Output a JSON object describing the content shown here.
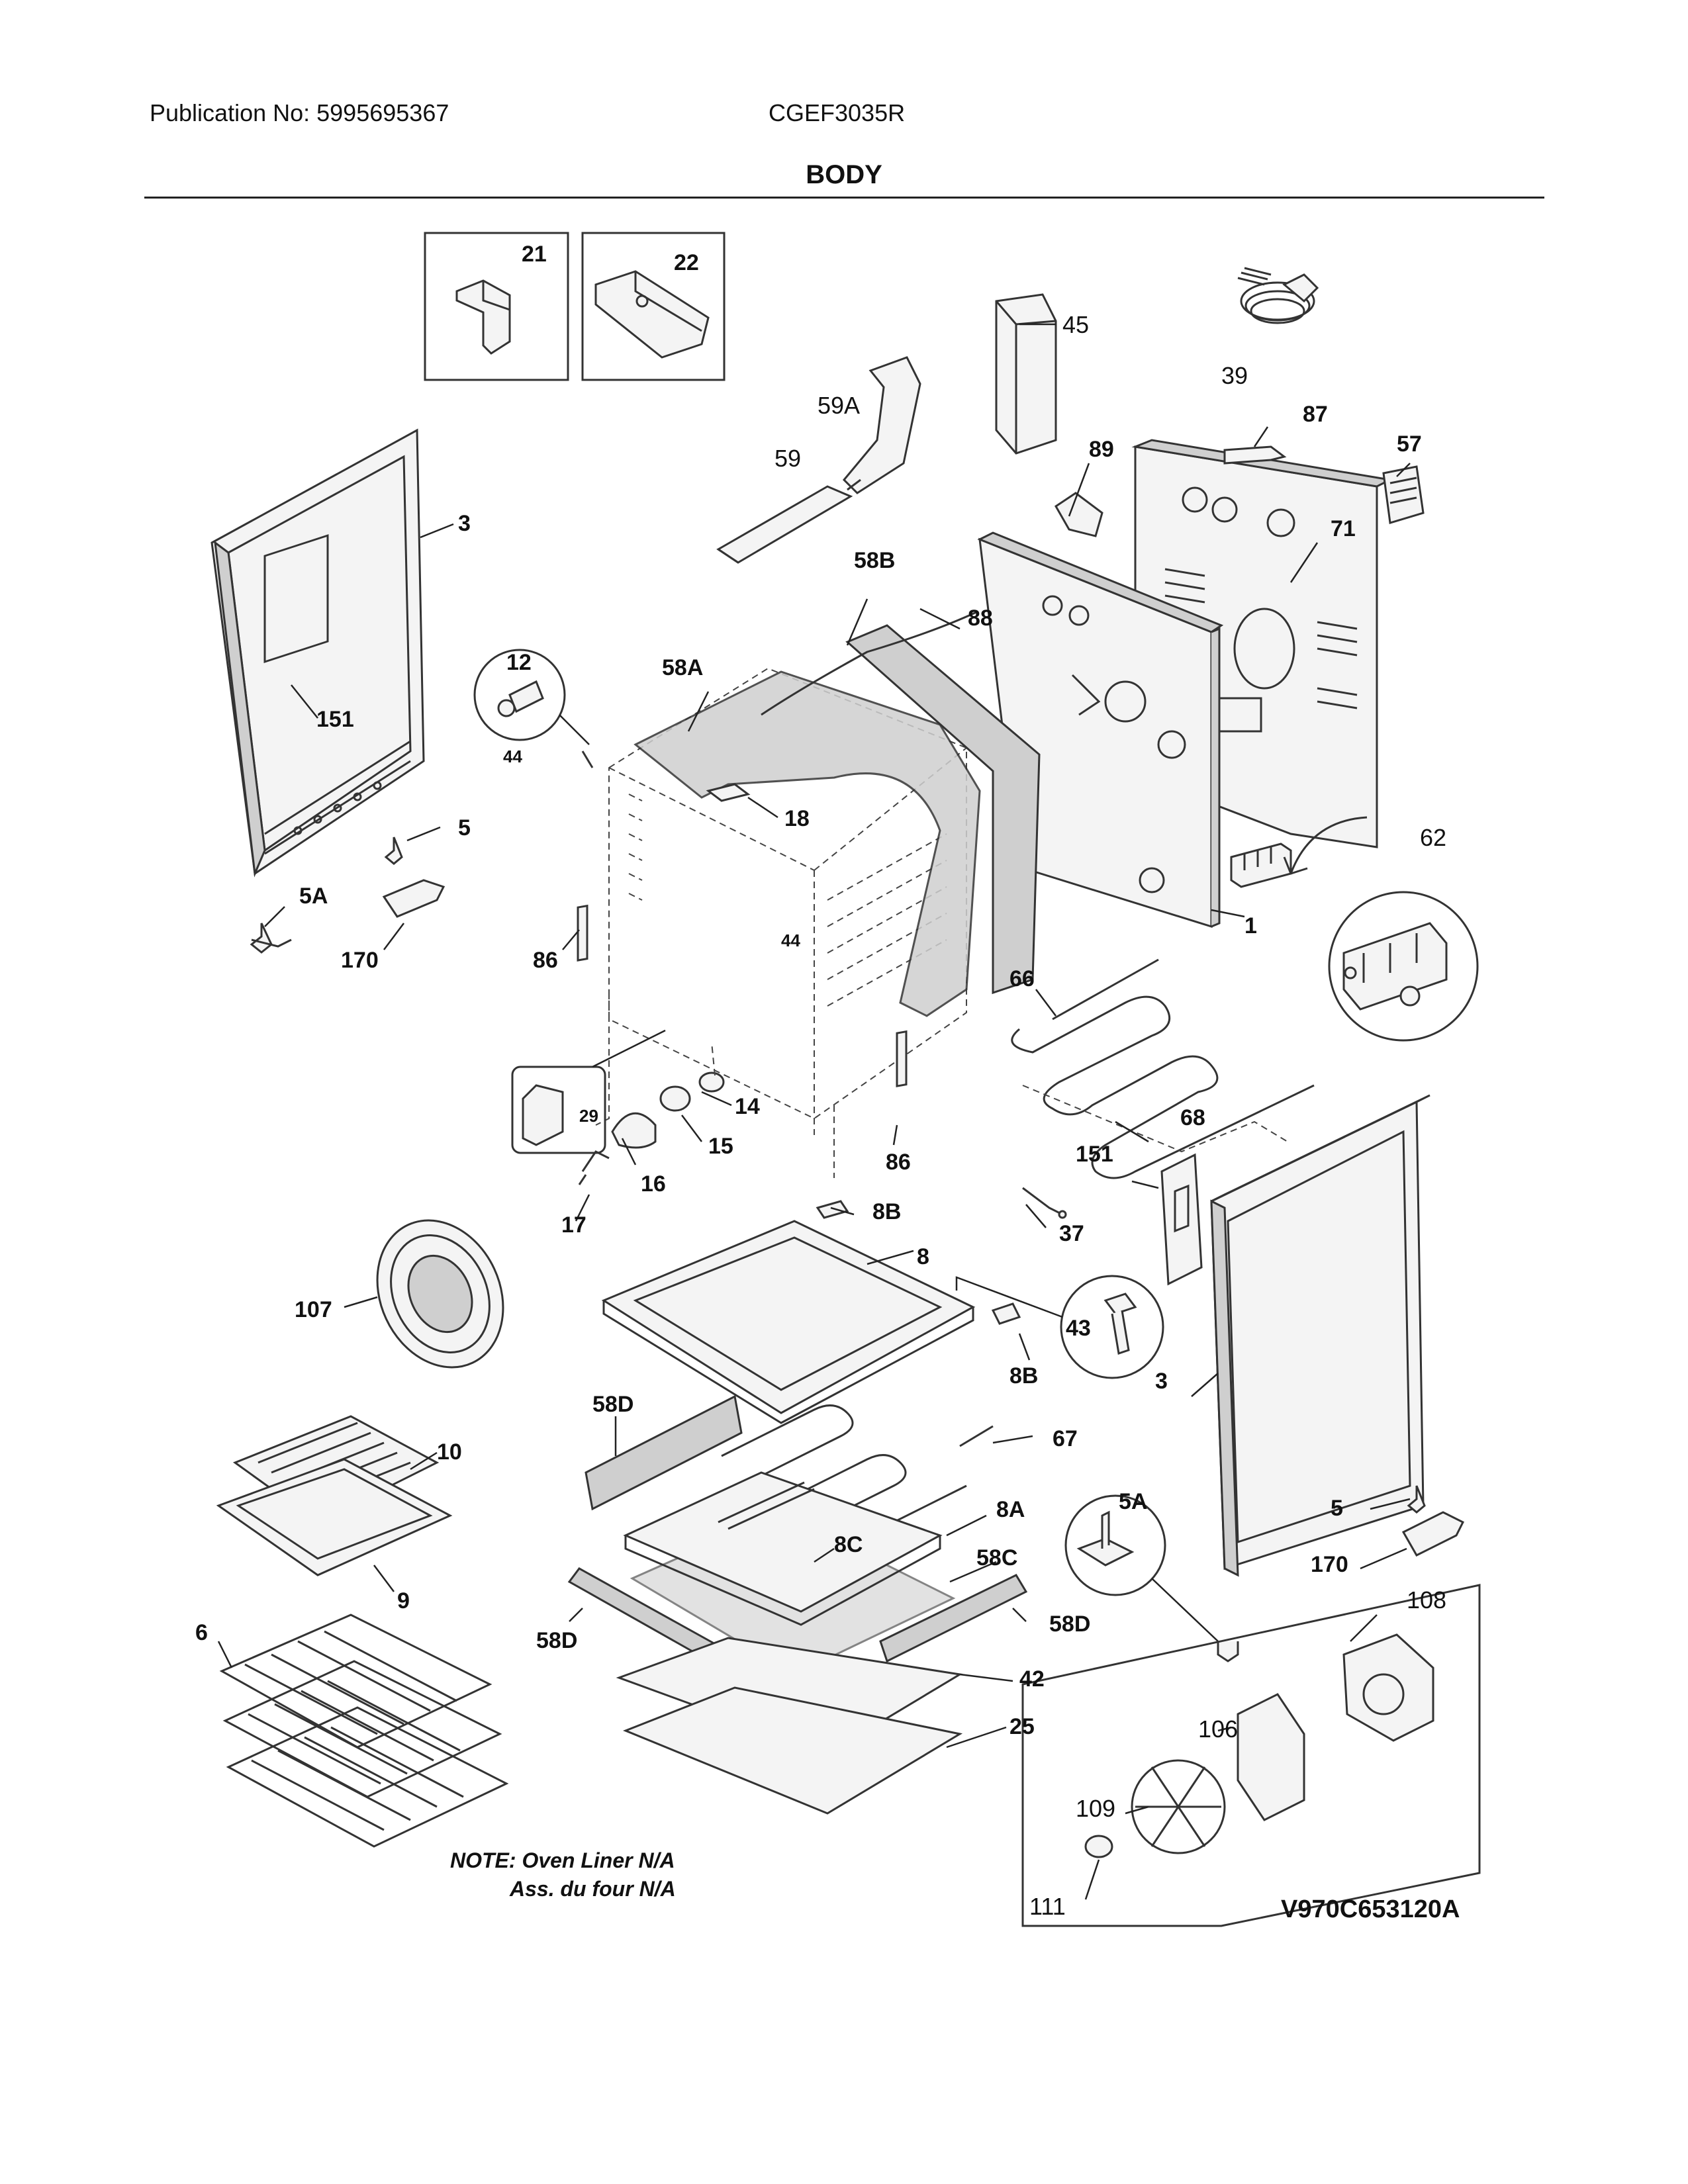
{
  "header": {
    "publication": "Publication No: 5995695367",
    "model": "CGEF3035R",
    "section_title": "BODY"
  },
  "callouts": {
    "c21": "21",
    "c22": "22",
    "c45": "45",
    "c39": "39",
    "c59a": "59A",
    "c59": "59",
    "c87": "87",
    "c57": "57",
    "c89": "89",
    "c71": "71",
    "c3a": "3",
    "c58b": "58B",
    "c88": "88",
    "c12": "12",
    "c58a": "58A",
    "c151a": "151",
    "c44a": "44",
    "c18": "18",
    "c5a": "5",
    "c5aa": "5A",
    "c170a": "170",
    "c62": "62",
    "c1": "1",
    "c44b": "44",
    "c86a": "86",
    "c66": "66",
    "c29": "29",
    "c14": "14",
    "c15": "15",
    "c86b": "86",
    "c68": "68",
    "c16": "16",
    "c151b": "151",
    "c17": "17",
    "c8b1": "8B",
    "c37": "37",
    "c107": "107",
    "c8": "8",
    "c43": "43",
    "c8b2": "8B",
    "c3b": "3",
    "c58d1": "58D",
    "c10": "10",
    "c67": "67",
    "c8a": "8A",
    "c5ab": "5A",
    "c5b": "5",
    "c9": "9",
    "c8c": "8C",
    "c58c": "58C",
    "c170b": "170",
    "c108": "108",
    "c6": "6",
    "c58d2": "58D",
    "c58d3": "58D",
    "c42": "42",
    "c106": "106",
    "c25": "25",
    "c109": "109",
    "c111": "111"
  },
  "note": {
    "line1": "NOTE: Oven Liner N/A",
    "line2": "Ass. du four N/A"
  },
  "diagram_code": "V970C653120A"
}
